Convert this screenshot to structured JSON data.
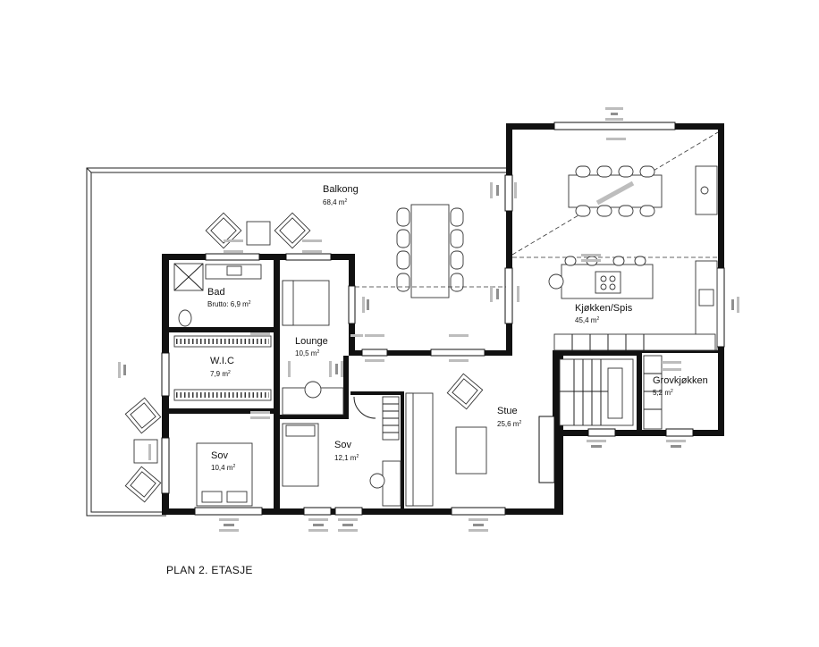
{
  "plan": {
    "title": "PLAN 2. ETASJE",
    "rooms": {
      "balkong": {
        "name": "Balkong",
        "area": "68,4 m",
        "unit_sup": "2"
      },
      "kjokken": {
        "name": "Kjøkken/Spis",
        "area": "45,4 m",
        "unit_sup": "2"
      },
      "bad": {
        "name": "Bad",
        "area": "Brutto: 6,9 m",
        "unit_sup": "2"
      },
      "lounge": {
        "name": "Lounge",
        "area": "10,5 m",
        "unit_sup": "2"
      },
      "wic": {
        "name": "W.I.C",
        "area": "7,9 m",
        "unit_sup": "2"
      },
      "stue": {
        "name": "Stue",
        "area": "25,6 m",
        "unit_sup": "2"
      },
      "grovkjokken": {
        "name": "Grovkjøkken",
        "area": "5,2 m",
        "unit_sup": "2"
      },
      "sov1": {
        "name": "Sov",
        "area": "10,4 m",
        "unit_sup": "2"
      },
      "sov2": {
        "name": "Sov",
        "area": "12,1 m",
        "unit_sup": "2"
      }
    },
    "colors": {
      "wall": "#111111",
      "marker": "#bdbdbd",
      "line": "#222222"
    }
  }
}
